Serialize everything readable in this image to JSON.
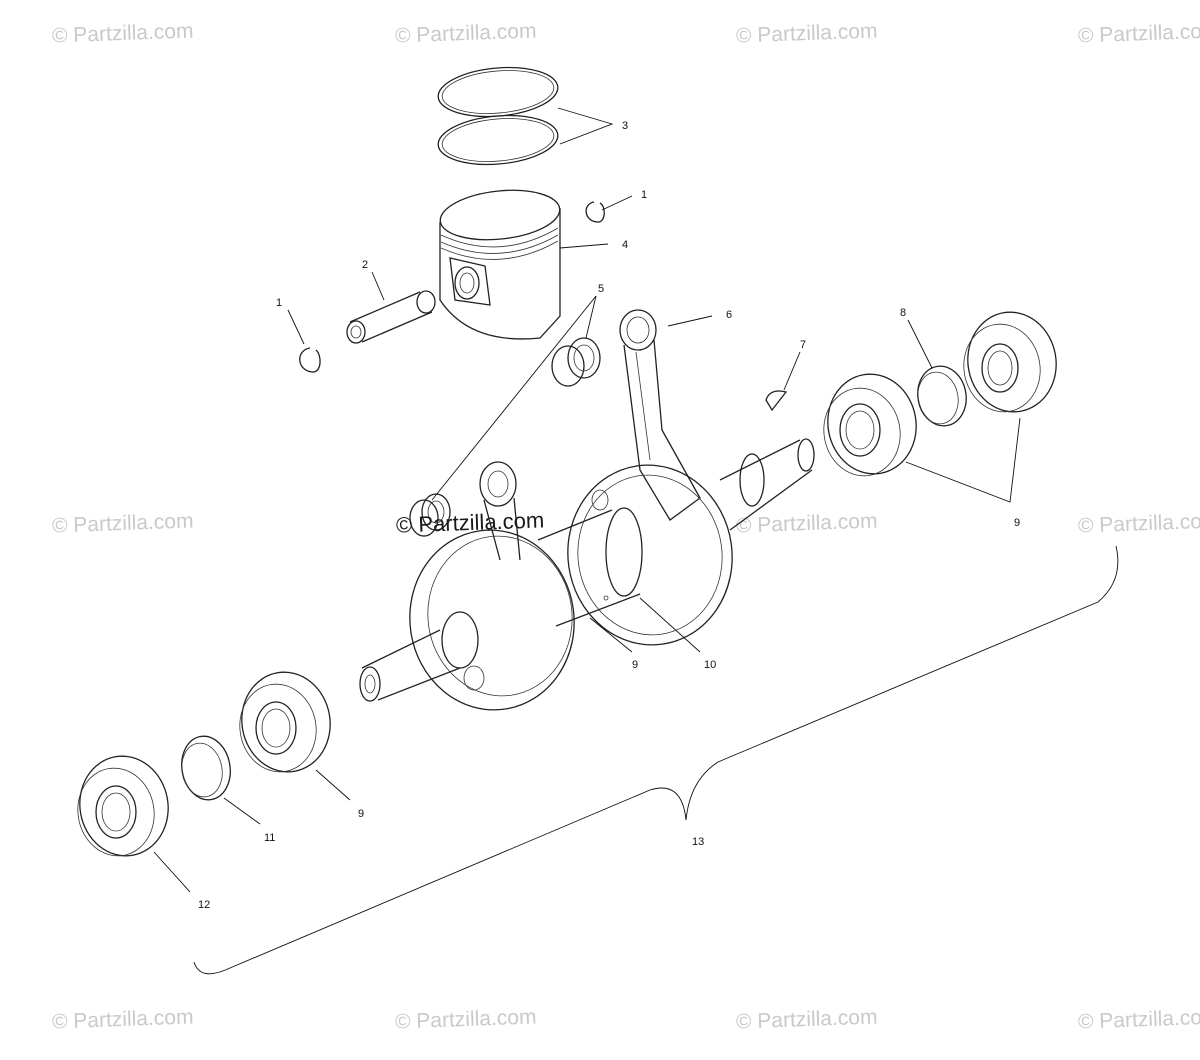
{
  "watermark": {
    "text": "© Partzilla.com"
  },
  "callouts": {
    "c1a": "1",
    "c1b": "1",
    "c2": "2",
    "c3": "3",
    "c4": "4",
    "c5": "5",
    "c6": "6",
    "c7": "7",
    "c8": "8",
    "c9a": "9",
    "c9b": "9",
    "c9c": "9",
    "c10": "10",
    "c11": "11",
    "c12": "12",
    "c13": "13"
  },
  "parts": [
    {
      "ref": "1",
      "name": "circlip"
    },
    {
      "ref": "2",
      "name": "piston-pin"
    },
    {
      "ref": "3",
      "name": "piston-rings"
    },
    {
      "ref": "4",
      "name": "piston"
    },
    {
      "ref": "5",
      "name": "needle-bearing"
    },
    {
      "ref": "6",
      "name": "connecting-rod"
    },
    {
      "ref": "7",
      "name": "woodruff-key"
    },
    {
      "ref": "8",
      "name": "shim"
    },
    {
      "ref": "9",
      "name": "bearing"
    },
    {
      "ref": "10",
      "name": "crankshaft"
    },
    {
      "ref": "11",
      "name": "spacer-ring"
    },
    {
      "ref": "12",
      "name": "oil-seal"
    },
    {
      "ref": "13",
      "name": "crankshaft-assembly"
    }
  ]
}
